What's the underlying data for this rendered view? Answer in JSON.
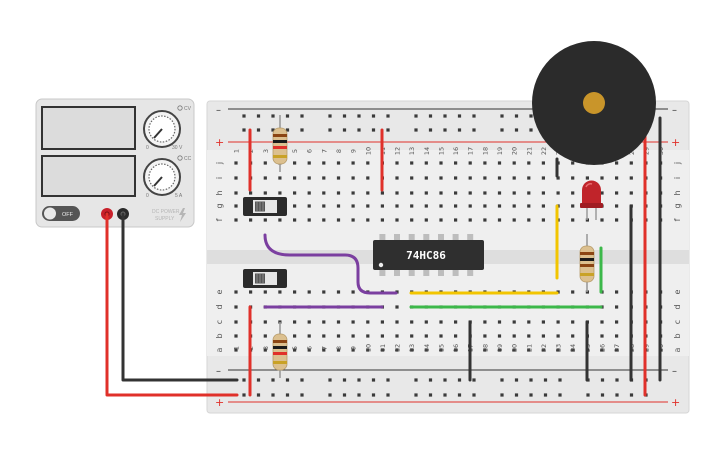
{
  "power_supply": {
    "knob_labels": [
      "0",
      "30 V",
      "0",
      "5 A"
    ],
    "mode_labels": [
      "CV",
      "CC"
    ],
    "off_label": "OFF",
    "brand_line1": "DC POWER",
    "brand_line2": "SUPPLY"
  },
  "breadboard": {
    "columns": [
      "1",
      "2",
      "3",
      "4",
      "5",
      "6",
      "7",
      "8",
      "9",
      "10",
      "11",
      "12",
      "13",
      "14",
      "15",
      "16",
      "17",
      "18",
      "19",
      "20",
      "21",
      "22",
      "23",
      "24",
      "25",
      "26",
      "27",
      "28",
      "29",
      "30"
    ],
    "top_rows": [
      "j",
      "i",
      "h",
      "g",
      "f"
    ],
    "bottom_rows": [
      "e",
      "d",
      "c",
      "b",
      "a"
    ],
    "rail_plus": "+",
    "rail_minus": "–"
  },
  "chip": {
    "label": "74HC86"
  },
  "colors": {
    "board": "#e9e9e9",
    "hole": "#3a3a3a",
    "red_wire": "#e0302a",
    "black_wire": "#333333",
    "purple_wire": "#7b3fa0",
    "yellow_wire": "#f2c500",
    "green_wire": "#3cb84a",
    "chip": "#2f2f2f",
    "buzzer": "#2b2b2b",
    "buzzer_center": "#c9952a",
    "led": "#c0242a"
  }
}
